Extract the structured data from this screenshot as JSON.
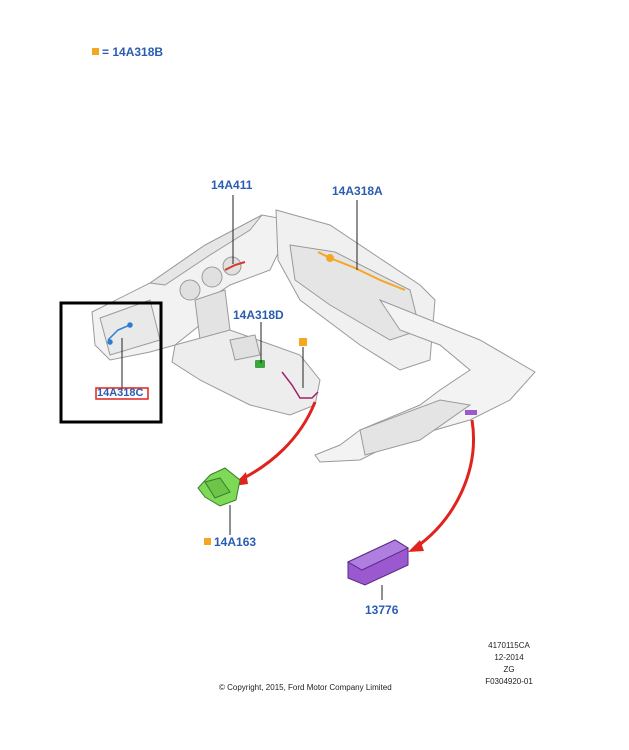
{
  "legend": {
    "marker_color": "#f5a623",
    "text": "= 14A318B"
  },
  "callouts": {
    "c14A411": "14A411",
    "c14A318A": "14A318A",
    "c14A318D": "14A318D",
    "c14A318C": "14A318C",
    "c14A163": "14A163",
    "c13776": "13776"
  },
  "colors": {
    "callout_text": "#2a5db0",
    "arrow": "#e0231c",
    "highlight_box": "#000000",
    "part_green": "#7ed957",
    "part_purple": "#9b59d0",
    "harness_orange": "#f5a623",
    "selected_label_outline": "#e0231c"
  },
  "footer": {
    "copyright": "© Copyright, 2015, Ford Motor Company Limited",
    "code1": "4170115CA",
    "code2": "12-2014",
    "code3": "ZG",
    "code4": "F0304920-01"
  }
}
